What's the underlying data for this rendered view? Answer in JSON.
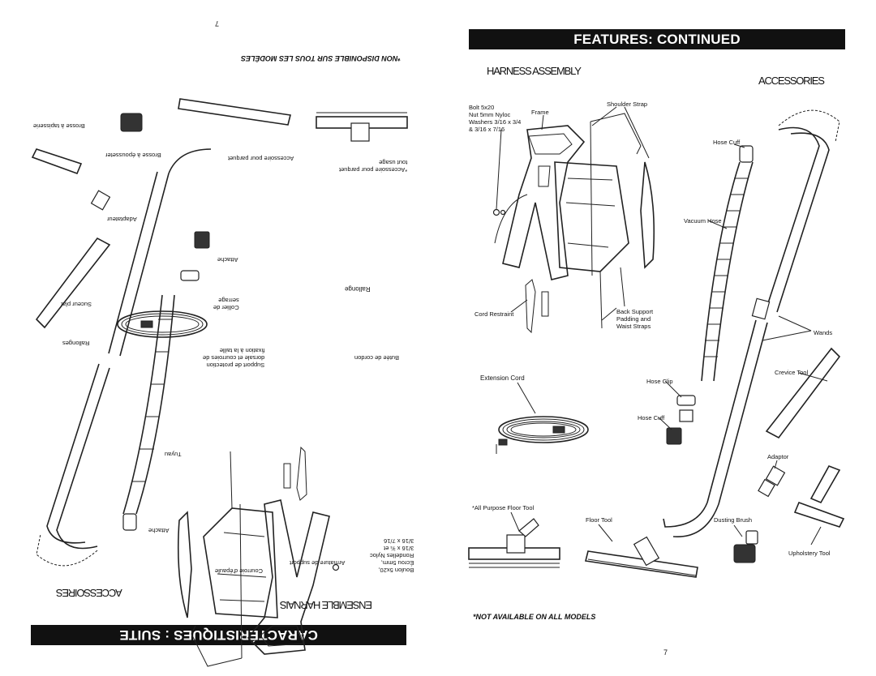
{
  "right_page": {
    "banner": "FEATURES: CONTINUED",
    "harness_heading": "HARNESS ASSEMBLY",
    "accessories_heading": "ACCESSORIES",
    "labels": {
      "bolt": "Bolt 5x20\nNut 5mm Nyloc\nWashers 3/16 x 3/4\n& 3/16 x 7/16",
      "frame": "Frame",
      "shoulder_strap": "Shoulder Strap",
      "cord_restraint": "Cord Restraint",
      "back_support": "Back Support\nPadding and\nWaist Straps",
      "extension_cord": "Extension Cord",
      "hose_cuff_top": "Hose Cuff",
      "vacuum_hose": "Vacuum Hose",
      "wands": "Wands",
      "crevice_tool": "Crevice Tool",
      "hose_clip": "Hose Clip",
      "hose_cuff_bottom": "Hose Cuff",
      "adaptor": "Adaptor",
      "all_purpose_floor_tool": "*All Purpose Floor Tool",
      "floor_tool": "Floor Tool",
      "dusting_brush": "Dusting Brush",
      "upholstery_tool": "Upholstery Tool"
    },
    "footnote": "*NOT AVAILABLE ON ALL MODELS",
    "page_number": "7"
  },
  "left_page": {
    "banner": "CARACTÉRISTIQUES : SUITE",
    "harness_heading": "ENSEMBLE HARNAIS",
    "accessories_heading": "ACCESSOIRES",
    "footnote": "*NON DISPONIBLE SUR TOUS LES MODÈLES",
    "page_number": "7",
    "labels": {
      "brosse_tapisserie": "Brosse à tapisserie",
      "brosse_epousseter": "Brosse à épousseter",
      "accessoire_parquet": "Accessoire pour parquet",
      "accessoire_tout_usage": "*Accessoire pour parquet\ntout usage",
      "adaptateur": "Adaptateur",
      "attache_top": "Attache",
      "collier_serrage": "Collier de\nserrage",
      "rallonge": "Rallonge",
      "suceur_plat": "Suceur plat",
      "rallonges": "Rallonges",
      "support_protection": "Support de protection\ndorsale et courroies de\nfixation à la taille",
      "butee_cordon": "Butée de cordon",
      "tuyau": "Tuyau",
      "attache_bottom": "Attache",
      "courroie_epaule": "Courroie d'épaule",
      "armature_support": "Armature de support",
      "boulon": "Boulon 5x20,\nÉcrou 5mm,\nRondelles Nyloc\n3/16 x ¾ et\n3/16 x 7/16"
    }
  },
  "colors": {
    "banner_bg": "#111111",
    "banner_text": "#ffffff",
    "ink": "#222222"
  }
}
